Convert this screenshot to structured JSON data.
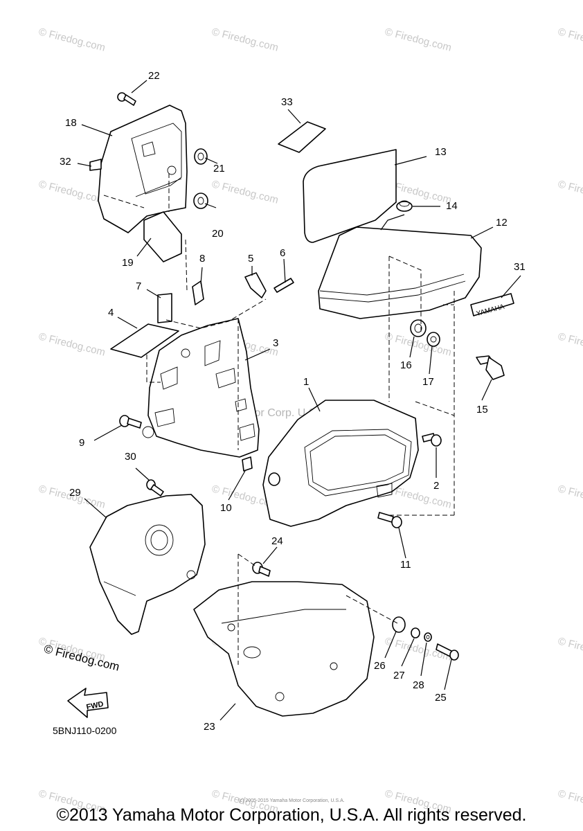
{
  "diagram": {
    "drawing_code": "5BNJ110-0200",
    "center_watermark": "Yamaha Motor Corp. U.S.A.",
    "watermark_text": "© Firedog.com",
    "logo_text": "© Firedog.com",
    "fwd_label": "FWD",
    "decal_text": "YAMAHA",
    "parts": [
      {
        "num": "1"
      },
      {
        "num": "2"
      },
      {
        "num": "3"
      },
      {
        "num": "4"
      },
      {
        "num": "5"
      },
      {
        "num": "6"
      },
      {
        "num": "7"
      },
      {
        "num": "8"
      },
      {
        "num": "9"
      },
      {
        "num": "10"
      },
      {
        "num": "11"
      },
      {
        "num": "12"
      },
      {
        "num": "13"
      },
      {
        "num": "14"
      },
      {
        "num": "15"
      },
      {
        "num": "16"
      },
      {
        "num": "17"
      },
      {
        "num": "18"
      },
      {
        "num": "19"
      },
      {
        "num": "20"
      },
      {
        "num": "21"
      },
      {
        "num": "22"
      },
      {
        "num": "23"
      },
      {
        "num": "24"
      },
      {
        "num": "25"
      },
      {
        "num": "26"
      },
      {
        "num": "27"
      },
      {
        "num": "28"
      },
      {
        "num": "29"
      },
      {
        "num": "30"
      },
      {
        "num": "31"
      },
      {
        "num": "32"
      },
      {
        "num": "33"
      }
    ]
  },
  "footer": {
    "copyright": "©2013 Yamaha Motor Corporation, U.S.A. All rights reserved.",
    "small_print": "(c) 2005-2015 Yamaha Motor Corporation, U.S.A."
  }
}
